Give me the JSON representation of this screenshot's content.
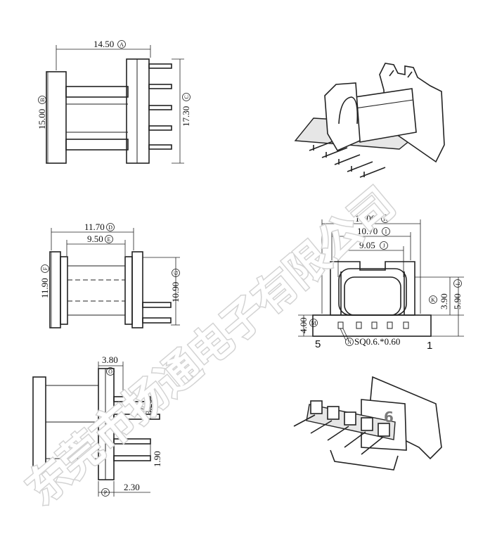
{
  "dimensions": {
    "top_left": {
      "width": "14.50",
      "width_mark": "A",
      "height": "15.00",
      "height_mark": "B",
      "pin_height": "17.30",
      "pin_height_mark": "C"
    },
    "mid_left": {
      "outer_width": "11.70",
      "outer_mark": "D",
      "inner_width": "9.50",
      "inner_mark": "E",
      "height": "11.90",
      "height_mark": "F",
      "pin_span": "10.90",
      "pin_span_mark": "G"
    },
    "mid_right": {
      "w1": "15.00",
      "w1_mark": "H",
      "w2": "10.70",
      "w2_mark": "I",
      "w3": "9.05",
      "w3_mark": "J",
      "h_k": "3.90",
      "k_mark": "K",
      "h_l": "5.90",
      "l_mark": "L",
      "h_m": "4.00",
      "m_mark": "M",
      "pin_spec": "SQ0.6.*0.60",
      "pin_spec_mark": "N",
      "pin_left": "5",
      "pin_right": "1"
    },
    "bottom_left": {
      "o": "3.80",
      "o_mark": "O",
      "q": "3.20",
      "q_mark": "Q",
      "pitch": "1.90",
      "p": "2.30",
      "p_mark": "P"
    }
  },
  "badge": "6",
  "watermark": "东莞市扬通电子有限公司"
}
